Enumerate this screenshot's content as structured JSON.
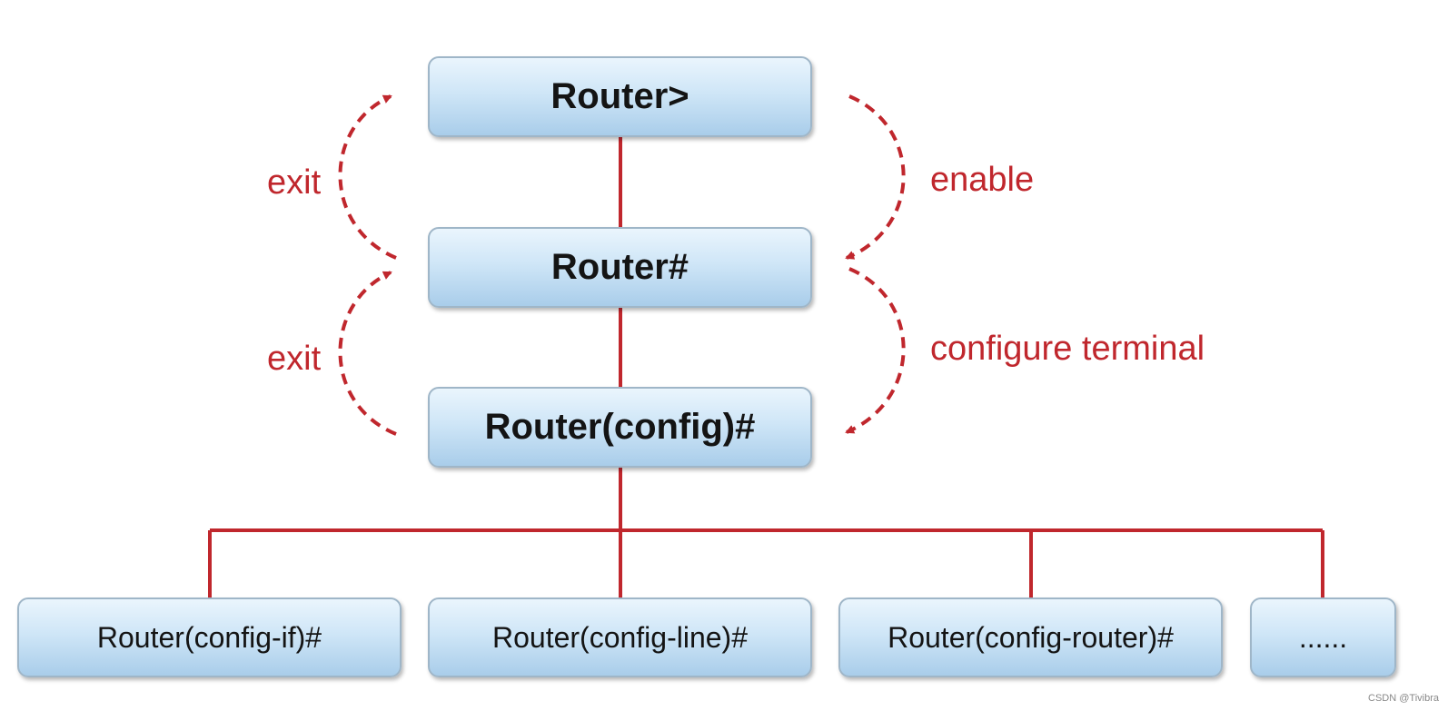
{
  "modes": {
    "user_exec": "Router>",
    "privileged_exec": "Router#",
    "global_config": "Router(config)#"
  },
  "sub_modes": [
    "Router(config-if)#",
    "Router(config-line)#",
    "Router(config-router)#",
    "......"
  ],
  "commands": {
    "enable": "enable",
    "configure_terminal": "configure terminal",
    "exit_upper": "exit",
    "exit_lower": "exit"
  },
  "watermark": "CSDN @Tivibra",
  "colors": {
    "line": "#c0272d",
    "arrow": "#c0272d",
    "box_top": "#eaf5fd",
    "box_bottom": "#a9cdea",
    "text": "#141414"
  }
}
